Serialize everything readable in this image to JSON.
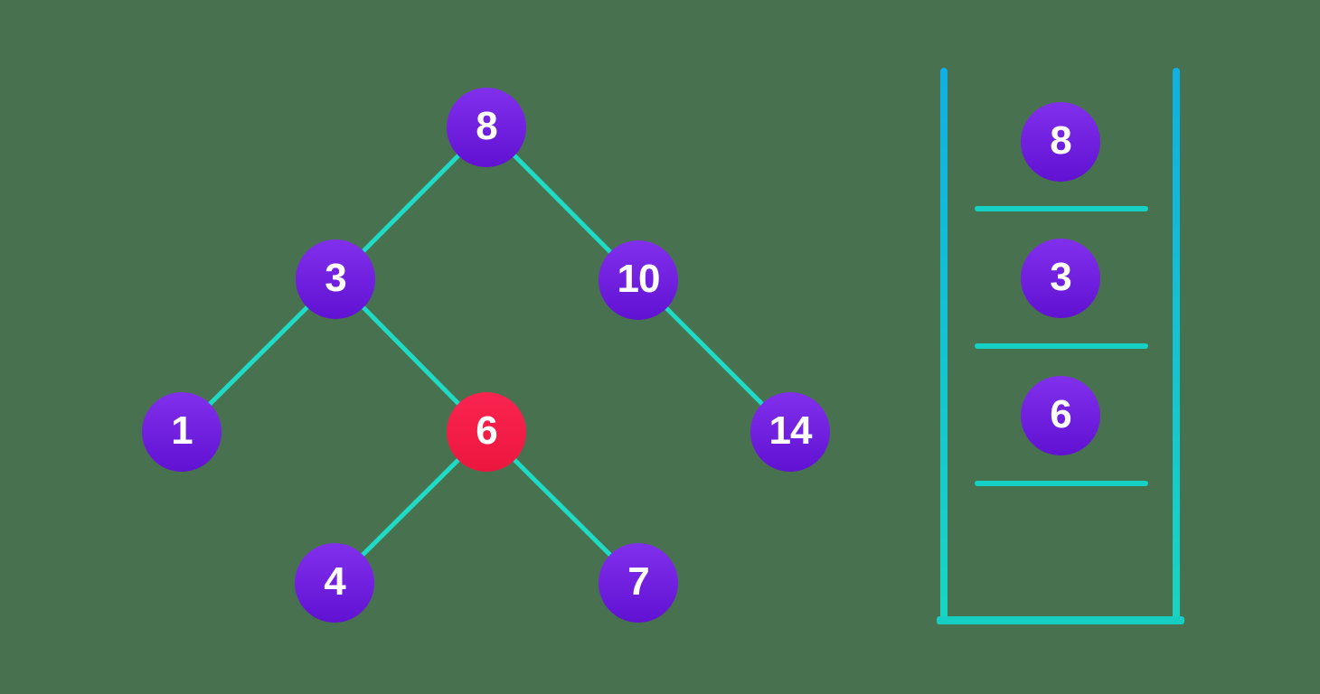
{
  "colors": {
    "background_green": "#48714F",
    "node_purple_top": "#8130EC",
    "node_purple_bottom": "#6111D2",
    "node_red_top": "#FA2450",
    "node_red_bottom": "#EC173F",
    "tree_edge_teal": "#1FDAC5",
    "stack_line_cyan": "#0FB0E2",
    "stack_line_teal": "#19D5C2",
    "node_text": "#FFFFFF"
  },
  "tree": {
    "type": "binary-search-tree",
    "nodes": [
      {
        "value": "8",
        "role": "root",
        "highlighted": false
      },
      {
        "value": "3",
        "role": "left-child",
        "highlighted": false
      },
      {
        "value": "10",
        "role": "right-child",
        "highlighted": false
      },
      {
        "value": "1",
        "role": "leaf",
        "highlighted": false
      },
      {
        "value": "6",
        "role": "current",
        "highlighted": true
      },
      {
        "value": "14",
        "role": "leaf",
        "highlighted": false
      },
      {
        "value": "4",
        "role": "leaf",
        "highlighted": false
      },
      {
        "value": "7",
        "role": "leaf",
        "highlighted": false
      }
    ],
    "edges": [
      {
        "from": "8",
        "to": "3"
      },
      {
        "from": "8",
        "to": "10"
      },
      {
        "from": "3",
        "to": "1"
      },
      {
        "from": "3",
        "to": "6"
      },
      {
        "from": "10",
        "to": "14"
      },
      {
        "from": "6",
        "to": "4"
      },
      {
        "from": "6",
        "to": "7"
      }
    ]
  },
  "stack": {
    "items": [
      {
        "value": "8"
      },
      {
        "value": "3"
      },
      {
        "value": "6"
      }
    ],
    "empty_slots": 1
  }
}
